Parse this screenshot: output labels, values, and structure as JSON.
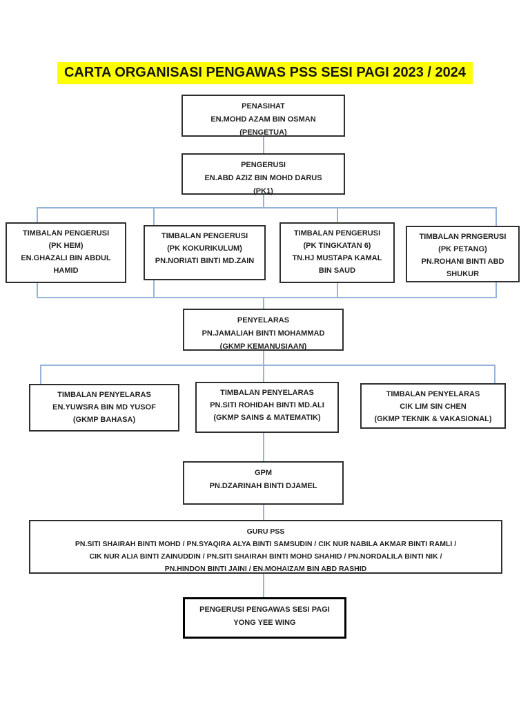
{
  "title": "CARTA ORGANISASI PENGAWAS PSS SESI PAGI 2023 / 2024",
  "colors": {
    "title_highlight": "#ffff00",
    "connector": "#95b3d7",
    "box_border": "#2e2e2e",
    "text": "#1f1f1f",
    "page_background": "#ffffff"
  },
  "nodes": {
    "penasihat": {
      "lines": [
        "PENASIHAT",
        "EN.MOHD AZAM BIN OSMAN",
        "(PENGETUA)"
      ]
    },
    "pengerusi": {
      "lines": [
        "PENGERUSI",
        "EN.ABD AZIZ BIN MOHD DARUS",
        "(PK1)"
      ]
    },
    "timbalan_pengerusi_pk_hem": {
      "lines": [
        "TIMBALAN PENGERUSI",
        "(PK HEM)",
        "EN.GHAZALI BIN ABDUL",
        "HAMID"
      ]
    },
    "timbalan_pengerusi_pk_kokurikulum": {
      "lines": [
        "TIMBALAN PENGERUSI",
        "(PK KOKURIKULUM)",
        "PN.NORIATI BINTI MD.ZAIN"
      ]
    },
    "timbalan_pengerusi_pk_tingkatan_6": {
      "lines": [
        "TIMBALAN PENGERUSI",
        "(PK TINGKATAN 6)",
        "TN.HJ MUSTAPA KAMAL",
        "BIN SAUD"
      ]
    },
    "timbalan_prngerusi_pk_petang": {
      "lines": [
        "TIMBALAN PRNGERUSI",
        "(PK PETANG)",
        "PN.ROHANI BINTI ABD",
        "SHUKUR"
      ]
    },
    "penyelaras": {
      "lines": [
        "PENYELARAS",
        "PN.JAMALIAH BINTI MOHAMMAD",
        "(GKMP KEMANUSIAAN)"
      ]
    },
    "timbalan_penyelaras_bahasa": {
      "lines": [
        "TIMBALAN PENYELARAS",
        "EN.YUWSRA BIN MD YUSOF",
        "(GKMP BAHASA)"
      ]
    },
    "timbalan_penyelaras_sains": {
      "lines": [
        "TIMBALAN PENYELARAS",
        "PN.SITI ROHIDAH BINTI MD.ALI",
        "(GKMP SAINS & MATEMATIK)"
      ]
    },
    "timbalan_penyelaras_teknik": {
      "lines": [
        "TIMBALAN PENYELARAS",
        "CIK LIM SIN CHEN",
        "(GKMP TEKNIK & VAKASIONAL)"
      ]
    },
    "gpm": {
      "lines": [
        "GPM",
        "PN.DZARINAH BINTI DJAMEL"
      ]
    },
    "guru_pss": {
      "lines": [
        "GURU PSS",
        "PN.SITI SHAIRAH BINTI MOHD / PN.SYAQIRA ALYA BINTI SAMSUDIN / CIK NUR NABILA AKMAR BINTI RAMLI /",
        "CIK NUR ALIA BINTI ZAINUDDIN / PN.SITI SHAIRAH BINTI MOHD SHAHID / PN.NORDALILA BINTI NIK /",
        "PN.HINDON BINTI JAINI / EN.MOHAIZAM BIN ABD RASHID"
      ]
    },
    "pengerusi_pengawas_sesi_pagi": {
      "lines": [
        "PENGERUSI PENGAWAS SESI PAGI",
        "YONG YEE WING"
      ]
    }
  }
}
